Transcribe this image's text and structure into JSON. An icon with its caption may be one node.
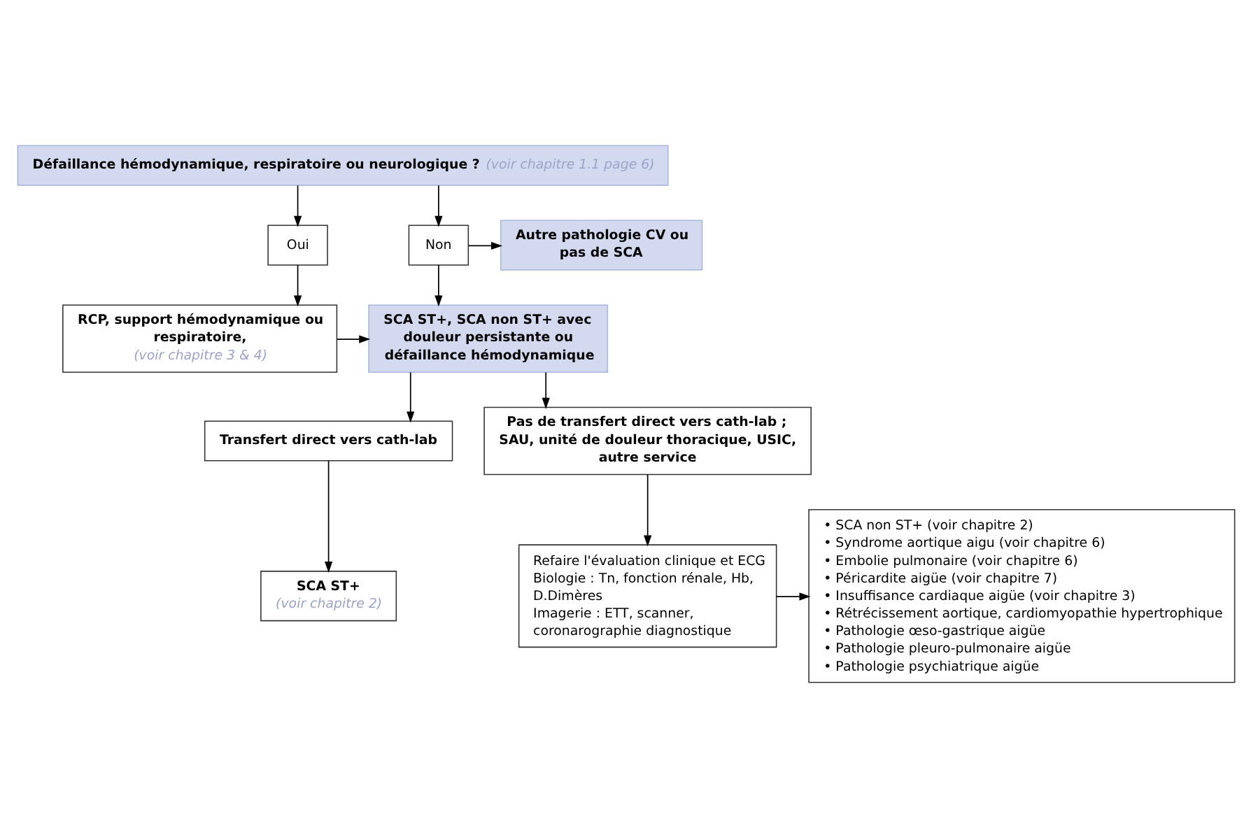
{
  "diagram": {
    "nodes": [
      {
        "text": [
          "Défaillance hémodynamique, respiratoire ou neurologique ?",
          "(voir chapitre 1.1 page 6)"
        ]
      },
      {
        "text": [
          "Oui"
        ]
      },
      {
        "text": [
          "Non"
        ]
      },
      {
        "text": [
          "Autre pathologie CV ou pas de SCA"
        ]
      },
      {
        "text": [
          "RCP, support hémodynamique ou respiratoire,",
          "(voir chapitre 3 & 4)"
        ]
      },
      {
        "text": [
          "SCA ST+, SCA non ST+ avec douleur persistante ou défaillance hémodynamique"
        ]
      },
      {
        "text": [
          "Transfert direct vers cath-lab"
        ]
      },
      {
        "text": [
          "SCA ST+",
          "(voir chapitre 2)"
        ]
      },
      {
        "text": [
          "• SCA non ST+ (voir chapitre 2)",
          "• Syndrome aortique aigu (voir chapitre 6)",
          "• Embolie pulmonaire (voir chapitre 6)",
          "• Péricardite aigüe (voir chapitre 7)",
          "• Insuffisance cardiaque aigüe (voir chapitre 3)",
          "• Rétrécissement aortique, cardiomyopathie hypertrophique",
          "• Pathologie œso-gastrique aigüe",
          "• Pathologie pleuro-pulmonaire aigüe",
          "• Pathologie psychiatrique aigüe"
        ]
      },
      {
        "text": [
          "Pas de transfert direct vers cath-lab ; SAU, unité de douleur thoracique, USIC, autre service"
        ]
      },
      {
        "text": [
          "Refaire l'évaluation clinique et ECG",
          "Biologie : Tn, fonction rénale, Hb, D.Dimères",
          "Imagerie : ETT, scanner, coronarographie diagnostique"
        ]
      }
    ],
    "edges": [
      {
        "from": 0,
        "to": 1,
        "arrow": "to"
      },
      {
        "from": 0,
        "to": 2,
        "arrow": "to"
      },
      {
        "from": 1,
        "to": 4,
        "arrow": "to"
      },
      {
        "from": 2,
        "to": 3,
        "arrow": "to"
      },
      {
        "from": 2,
        "to": 5,
        "arrow": "to"
      },
      {
        "from": 4,
        "to": 5,
        "arrow": "to"
      },
      {
        "from": 5,
        "to": 6,
        "arrow": "to"
      },
      {
        "from": 5,
        "to": 9,
        "arrow": "to"
      },
      {
        "from": 6,
        "to": 7,
        "arrow": "to"
      },
      {
        "from": 9,
        "to": 10,
        "arrow": "to"
      },
      {
        "from": 10,
        "to": 8,
        "arrow": "to"
      }
    ]
  }
}
